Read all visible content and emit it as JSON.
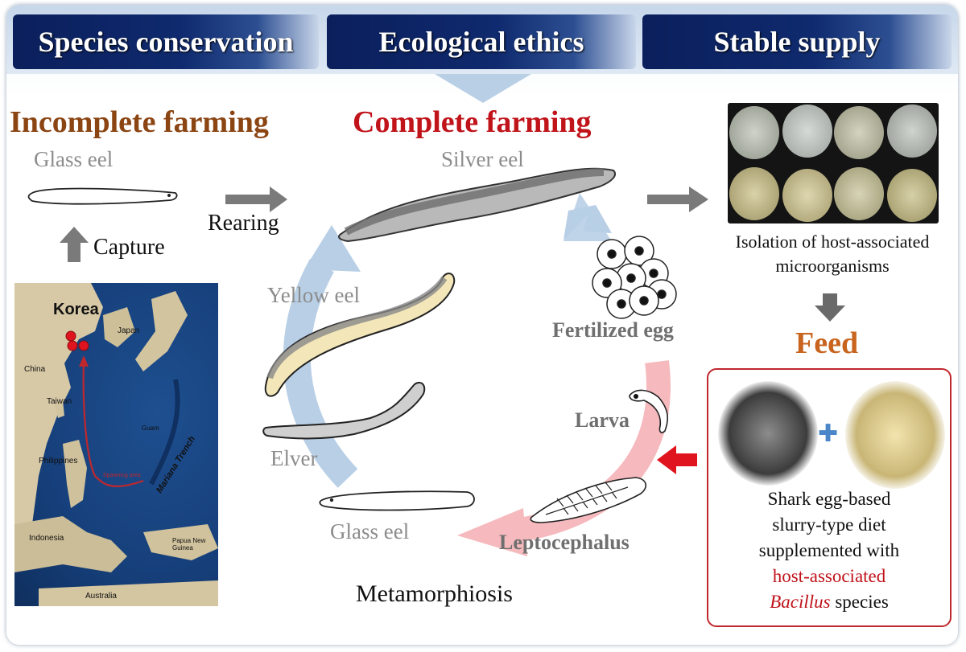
{
  "headers": [
    "Species conservation",
    "Ecological ethics",
    "Stable supply"
  ],
  "incomplete_farming": {
    "title": "Incomplete farming",
    "glass_eel": "Glass eel",
    "rearing": "Rearing",
    "capture": "Capture"
  },
  "complete_farming": {
    "title": "Complete farming",
    "silver_eel": "Silver eel",
    "yellow_eel": "Yellow eel",
    "elver": "Elver",
    "glass_eel": "Glass eel",
    "fertilized_egg": "Fertilized egg",
    "larva": "Larva",
    "leptocephalus": "Leptocephalus",
    "metamorphosis": "Metamorphiosis"
  },
  "map": {
    "korea": "Korea",
    "japan": "Japan",
    "china": "China",
    "taiwan": "Taiwan",
    "philippines": "Philippines",
    "guam": "Guam",
    "mariana_trench": "Mariana Trench",
    "spawning": "Spawning area",
    "indonesia": "Indonesia",
    "papua": "Papua New Guinea",
    "australia": "Australia"
  },
  "microbes": {
    "isolation_line1": "Isolation of host-associated",
    "isolation_line2": "microorganisms"
  },
  "feed": {
    "title": "Feed",
    "plus": "✚",
    "line1": "Shark egg-based",
    "line2": "slurry-type diet",
    "line3": "supplemented with",
    "line4": "host-associated",
    "line5_italic": "Bacillus",
    "line5_rest": " species"
  },
  "colors": {
    "header_navy": "#0f2a6e",
    "incomplete_brown": "#8b4513",
    "complete_red": "#c0131a",
    "feed_orange": "#c8641e",
    "cycle_blue": "#b8cfe6",
    "cycle_pink": "#f6b9bd",
    "arrow_red": "#e0141e",
    "arrow_grey": "#7a7a7a"
  }
}
